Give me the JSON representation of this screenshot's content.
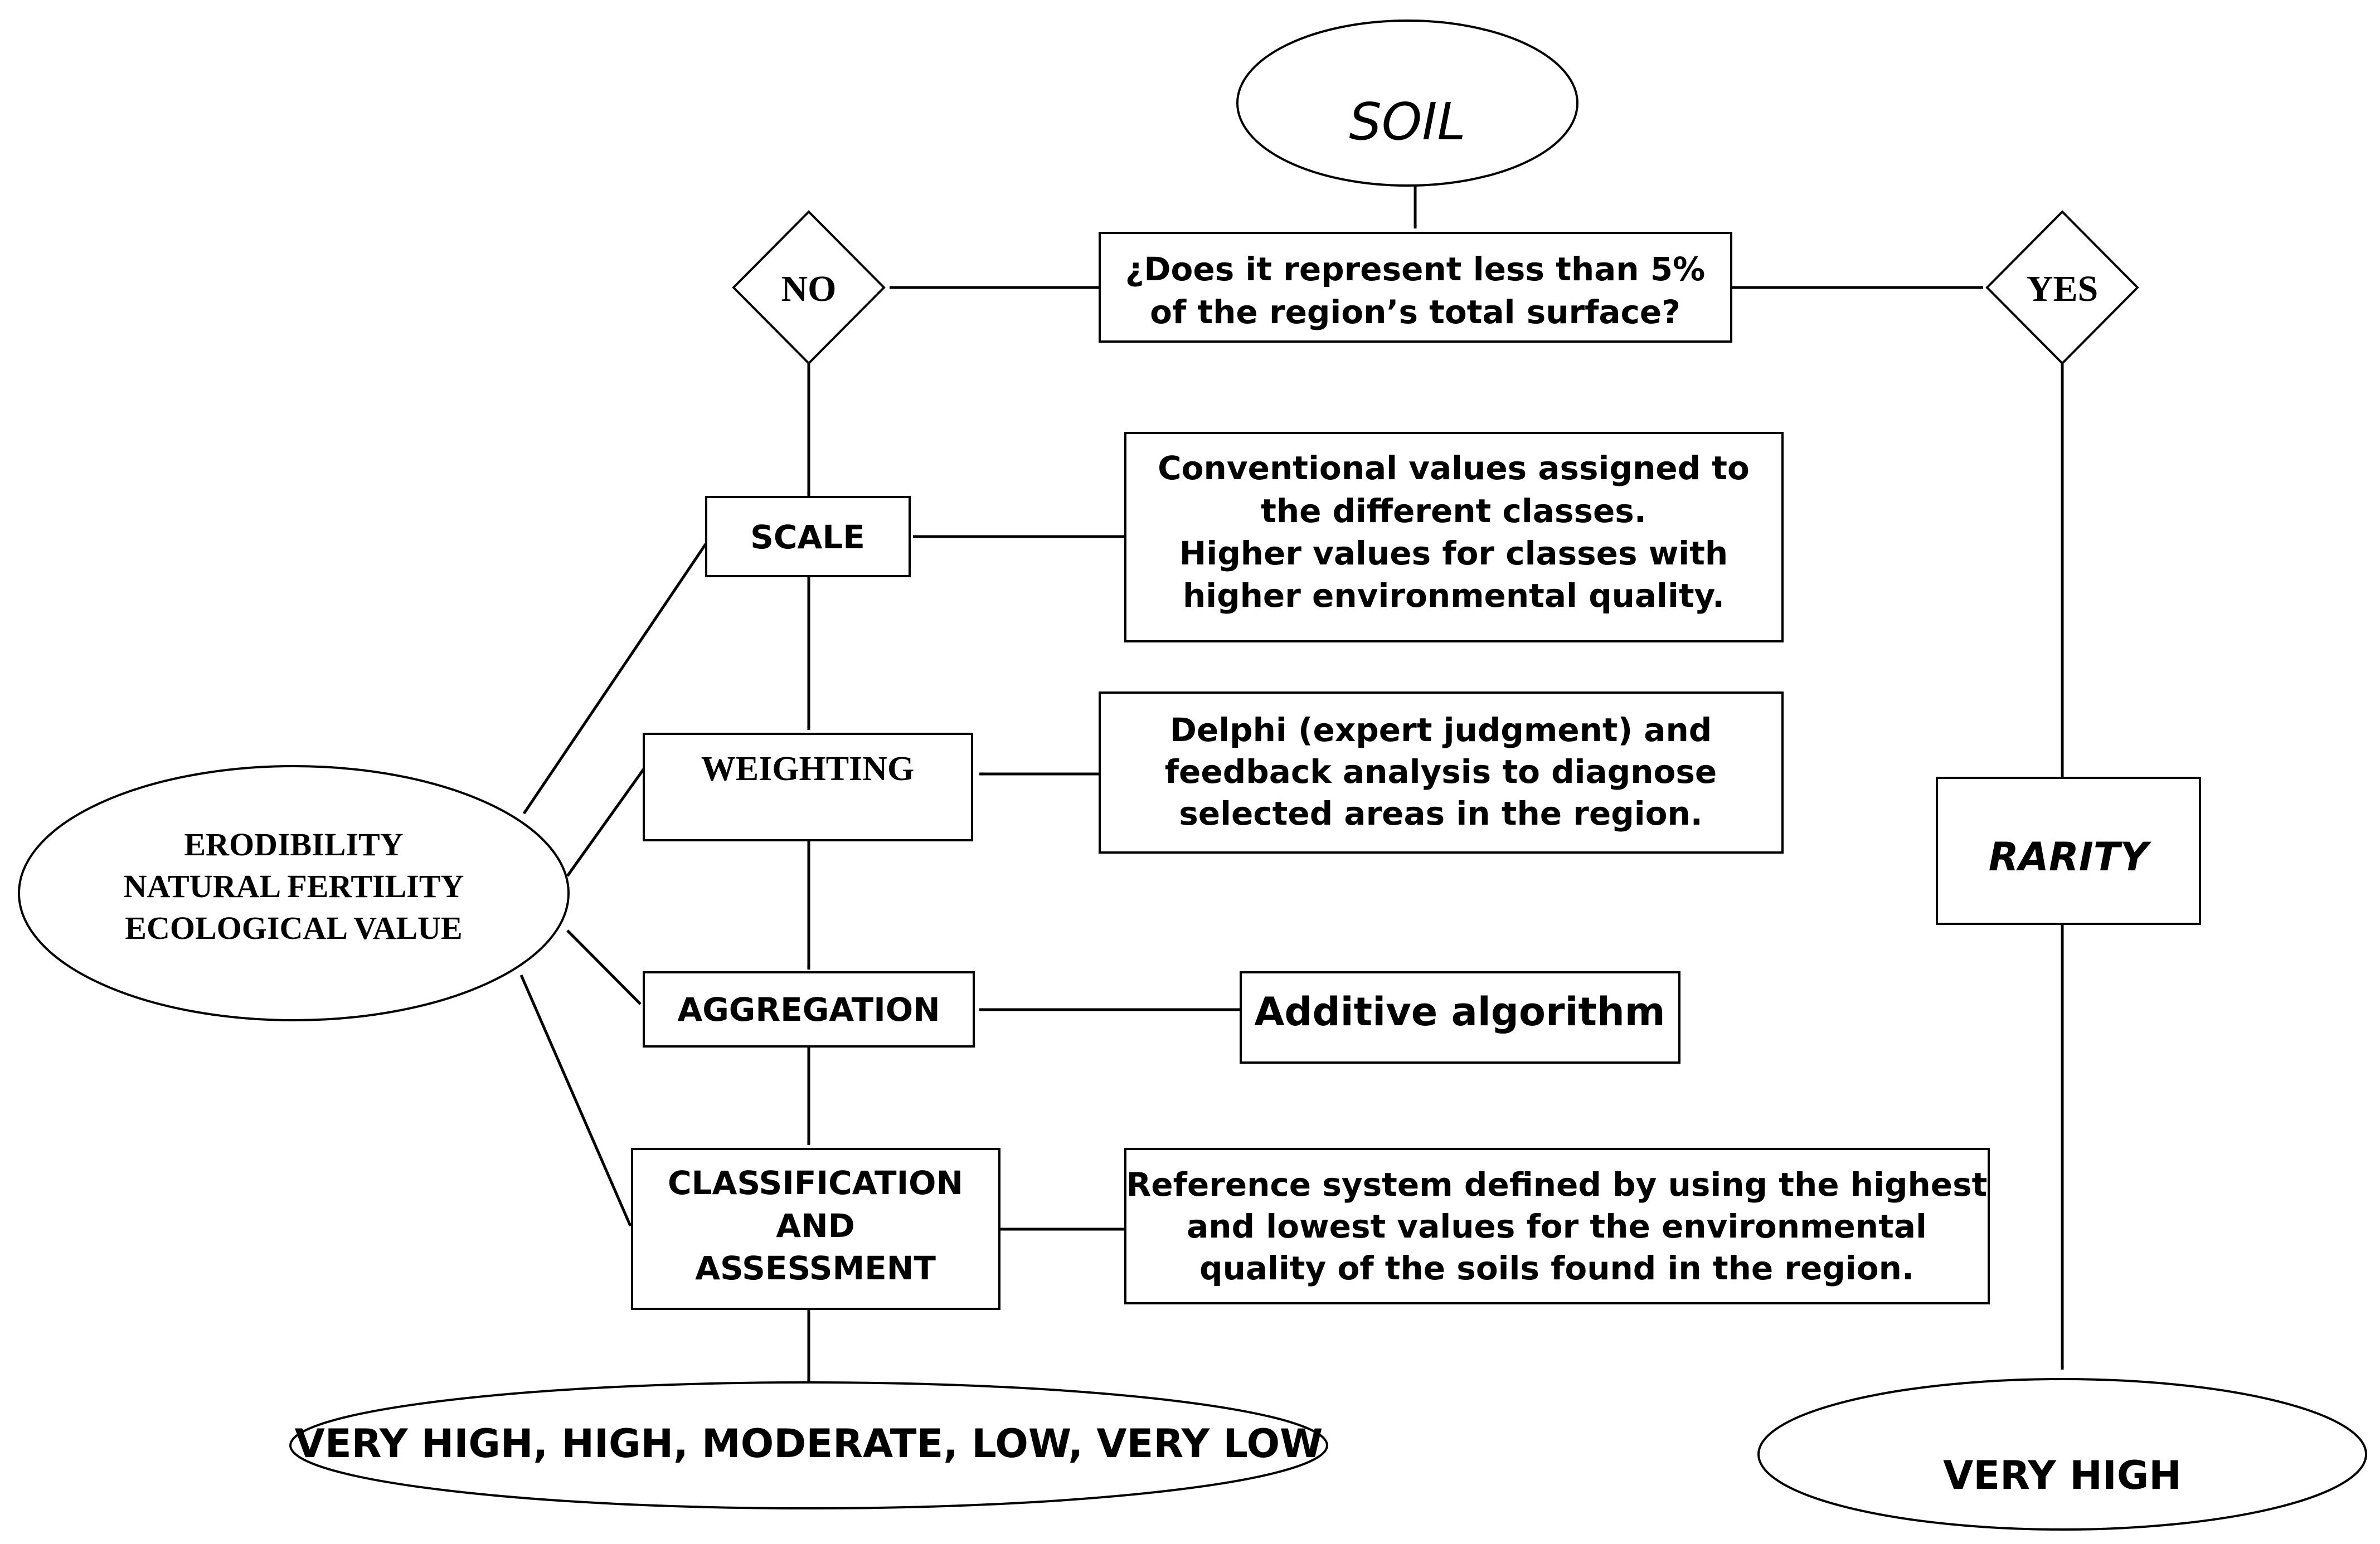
{
  "nodes": {
    "soil": "SOIL",
    "question": [
      "¿Does it represent less than 5%",
      "of the region’s total surface?"
    ],
    "no": "NO",
    "yes": "YES",
    "scale": "SCALE",
    "scale_note": [
      "Conventional values assigned to",
      "the different classes.",
      "Higher values for classes with",
      "higher environmental quality."
    ],
    "weighting": "WEIGHTING",
    "weighting_note": [
      "Delphi (expert judgment) and",
      "feedback analysis to diagnose",
      "selected areas in the region."
    ],
    "aggregation": "AGGREGATION",
    "aggregation_note": "Additive algorithm",
    "classification": [
      "CLASSIFICATION",
      "AND",
      "ASSESSMENT"
    ],
    "classification_note": [
      "Reference system defined by using the highest",
      "and lowest values for the environmental",
      "quality of the soils found in the region."
    ],
    "criteria": [
      "ERODIBILITY",
      "NATURAL FERTILITY",
      "ECOLOGICAL VALUE"
    ],
    "result_classes": "VERY HIGH, HIGH, MODERATE, LOW, VERY LOW",
    "rarity": "RARITY",
    "result_rarity": "VERY HIGH"
  }
}
